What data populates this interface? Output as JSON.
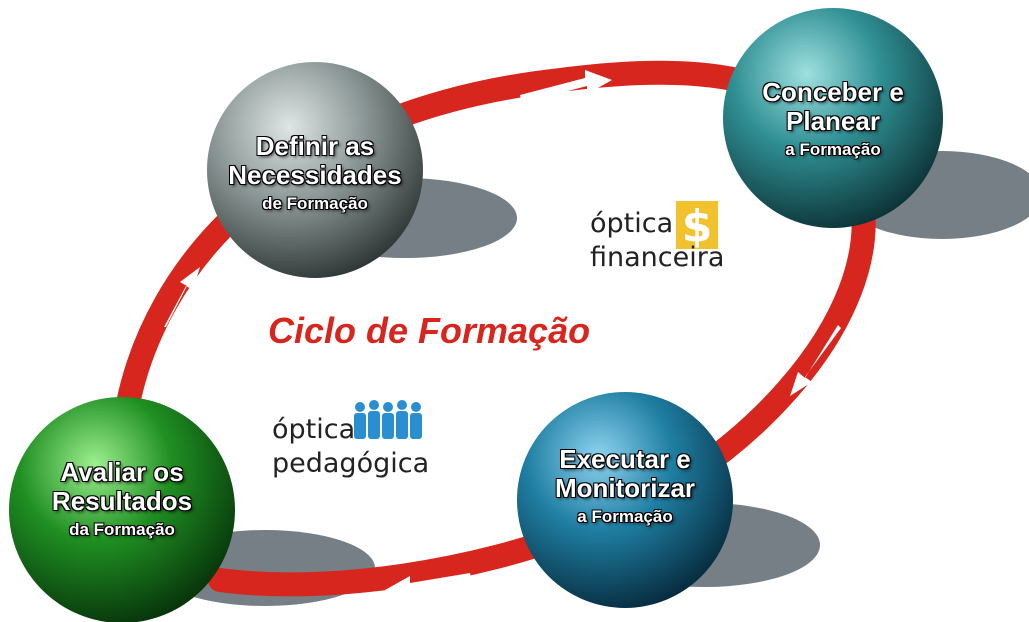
{
  "title": "Ciclo de Formação",
  "nodes": [
    {
      "line1": "Definir as",
      "line2": "Necessidades",
      "sub": "de Formação"
    },
    {
      "line1": "Conceber e",
      "line2": "Planear",
      "sub": "a Formação"
    },
    {
      "line1": "Executar e",
      "line2": "Monitorizar",
      "sub": "a Formação"
    },
    {
      "line1": "Avaliar os",
      "line2": "Resultados",
      "sub": "da Formação"
    }
  ],
  "optica_financeira": {
    "line1": "óptica",
    "line2": "financeira",
    "icon": "dollar-sign-icon"
  },
  "optica_pedagogica": {
    "line1": "óptica",
    "line2": "pedagógica",
    "icon": "people-group-icon"
  },
  "colors": {
    "ring": "#d7261e",
    "definir": "#8e9a99",
    "conceber": "#2f8f93",
    "executar": "#1f7fa3",
    "avaliar": "#1f8f22",
    "title": "#d7261e",
    "dollar_bg": "#f2c12e",
    "people": "#2a8fd0"
  }
}
